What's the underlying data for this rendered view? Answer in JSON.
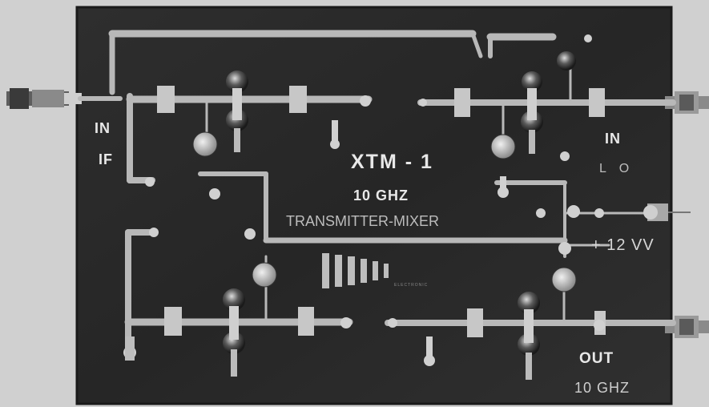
{
  "board": {
    "title": "XTM - 1",
    "frequency": "10 GHZ",
    "subtitle": "TRANSMITTER-MIXER",
    "logo_text": "ELECTRONIC"
  },
  "ports": {
    "if_in_label": "IN",
    "if_label": "IF",
    "lo_in_label": "IN",
    "lo_label": "L O",
    "power_label": "+ 12 VV",
    "out_label": "OUT",
    "out_freq_label": "10 GHZ"
  },
  "colors": {
    "background": "#c9c9c9",
    "board": "#2b2b2b",
    "trace": "#b8b8b8",
    "text": "#e8e8e8"
  }
}
